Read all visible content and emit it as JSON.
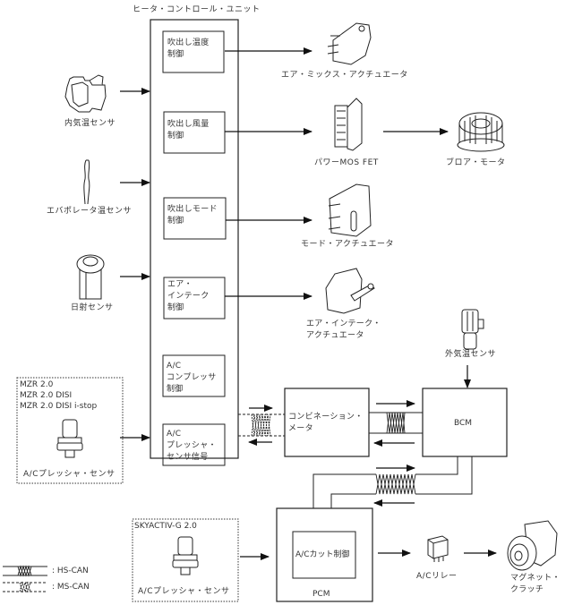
{
  "title": "ヒータ・コントロール・ユニット",
  "control_unit": {
    "blocks": [
      {
        "id": "temp",
        "label": "吹出し温度\n制御"
      },
      {
        "id": "fan",
        "label": "吹出し風量\n制御"
      },
      {
        "id": "mode",
        "label": "吹出しモード\n制御"
      },
      {
        "id": "intake",
        "label": "エア・\nインテーク\n制御"
      },
      {
        "id": "comp",
        "label": "A/C\nコンプレッサ\n制御"
      },
      {
        "id": "press",
        "label": "A/C\nプレッシャ・\nセンサ信号"
      }
    ]
  },
  "inputs": {
    "cabin_sensor": "内気温センサ",
    "evap_sensor": "エバポレータ温センサ",
    "solar_sensor": "日射センサ",
    "pressure_group_mzr": {
      "variants": [
        "MZR 2.0",
        "MZR 2.0 DISI",
        "MZR 2.0 DISI i-stop"
      ],
      "label": "A/Cプレッシャ・センサ"
    },
    "pressure_group_skyactiv": {
      "variants": [
        "SKYACTIV-G 2.0"
      ],
      "label": "A/Cプレッシャ・センサ"
    },
    "ambient_sensor": "外気温センサ"
  },
  "outputs": {
    "airmix_actuator": "エア・ミックス・アクチュエータ",
    "power_mosfet": "パワーMOS FET",
    "blower_motor": "ブロア・モータ",
    "mode_actuator": "モード・アクチュエータ",
    "intake_actuator": "エア・インテーク・\nアクチュエータ"
  },
  "modules": {
    "combination_meter": "コンビネーション・\nメータ",
    "bcm": "BCM",
    "pcm": "PCM",
    "ac_cut": "A/Cカット制御",
    "ac_relay": "A/Cリレー",
    "magnet_clutch": "マグネット・\nクラッチ"
  },
  "legend": [
    {
      "line": "solid",
      "label": ": HS-CAN"
    },
    {
      "line": "dashed",
      "label": ": MS-CAN"
    }
  ]
}
